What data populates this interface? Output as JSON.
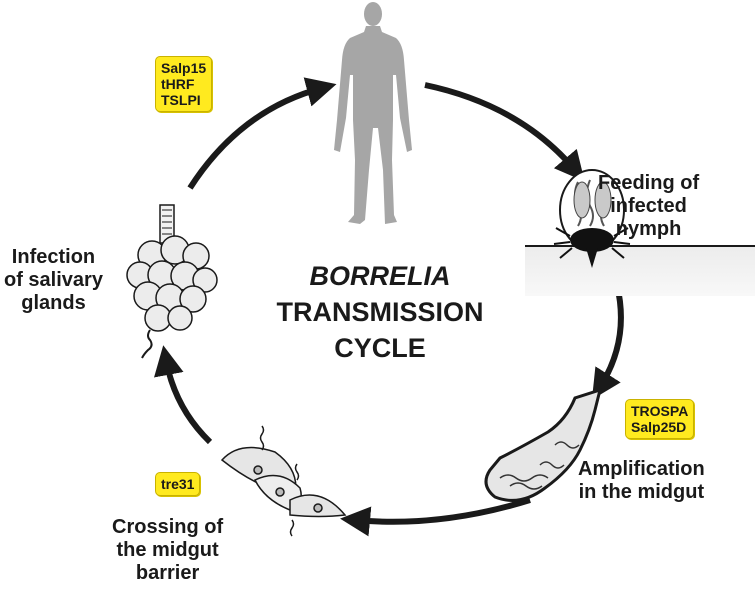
{
  "title": {
    "line1": "BORRELIA",
    "line2": "TRANSMISSION",
    "line3": "CYCLE"
  },
  "stages": {
    "feeding": [
      "Feeding of",
      "infected",
      "nymph"
    ],
    "amplification": [
      "Amplification",
      "in the midgut"
    ],
    "crossing": [
      "Crossing of",
      "the midgut",
      "barrier"
    ],
    "infection": [
      "Infection",
      "of salivary",
      "glands"
    ]
  },
  "tags": {
    "salivary": [
      "Salp15",
      "tHRF",
      "TSLPI"
    ],
    "midgut": [
      "TROSPA",
      "Salp25D"
    ],
    "barrier": [
      "tre31"
    ]
  },
  "colors": {
    "tag_fill": "#ffea1f",
    "human_fill": "#a6a6a6",
    "arrow": "#1a1a1a"
  },
  "icons": [
    "human-silhouette-icon",
    "tick-icon",
    "midgut-icon",
    "epithelium-icon",
    "salivary-gland-icon"
  ]
}
